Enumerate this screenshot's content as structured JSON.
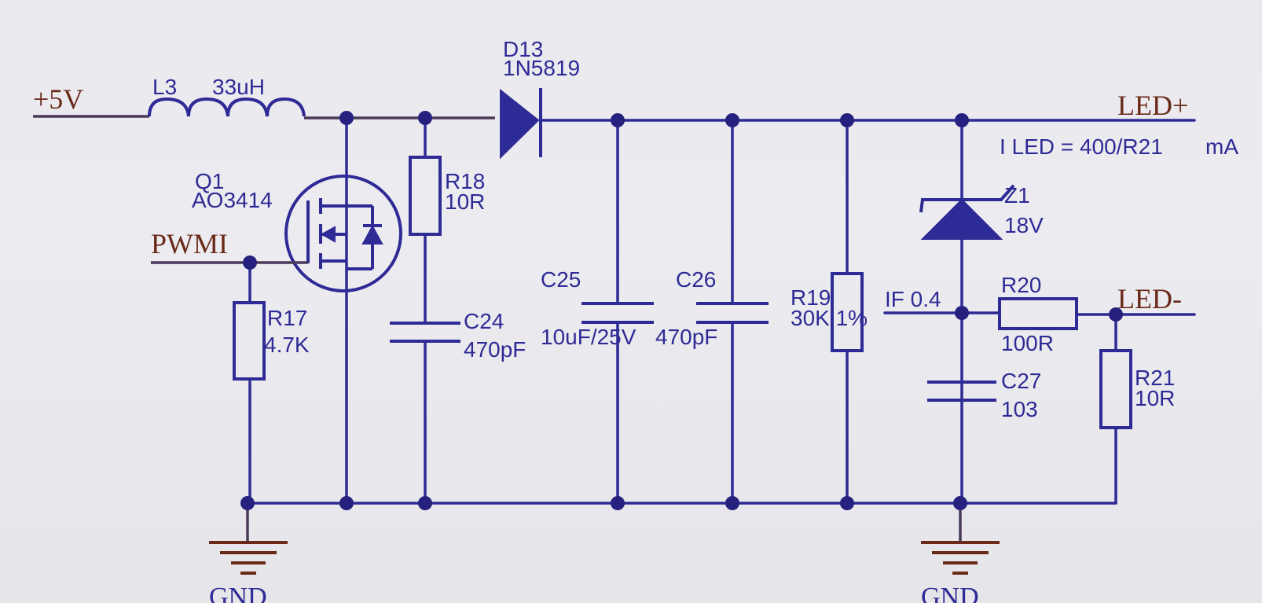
{
  "nets": {
    "vin": "+5V",
    "pwm": "PWMI",
    "led_plus": "LED+",
    "led_minus": "LED-",
    "gnd_left": "GND",
    "gnd_right": "GND"
  },
  "components": {
    "l3": {
      "ref": "L3",
      "value": "33uH"
    },
    "d13": {
      "ref": "D13",
      "value": "1N5819"
    },
    "q1": {
      "ref": "Q1",
      "value": "AO3414"
    },
    "r18": {
      "ref": "R18",
      "value": "10R"
    },
    "r17": {
      "ref": "R17",
      "value": "4.7K"
    },
    "c24": {
      "ref": "C24",
      "value": "470pF"
    },
    "c25": {
      "ref": "C25",
      "value": "10uF/25V"
    },
    "c26": {
      "ref": "C26",
      "value": "470pF"
    },
    "r19": {
      "ref": "R19",
      "value": "30K 1%"
    },
    "z1": {
      "ref": "Z1",
      "value": "18V"
    },
    "r20": {
      "ref": "R20",
      "value": "100R"
    },
    "c27": {
      "ref": "C27",
      "value": "103"
    },
    "r21": {
      "ref": "R21",
      "value": "10R"
    }
  },
  "annotations": {
    "iled": "I LED = 400/R21",
    "iled_unit": "mA",
    "if_label": "IF 0.4"
  }
}
